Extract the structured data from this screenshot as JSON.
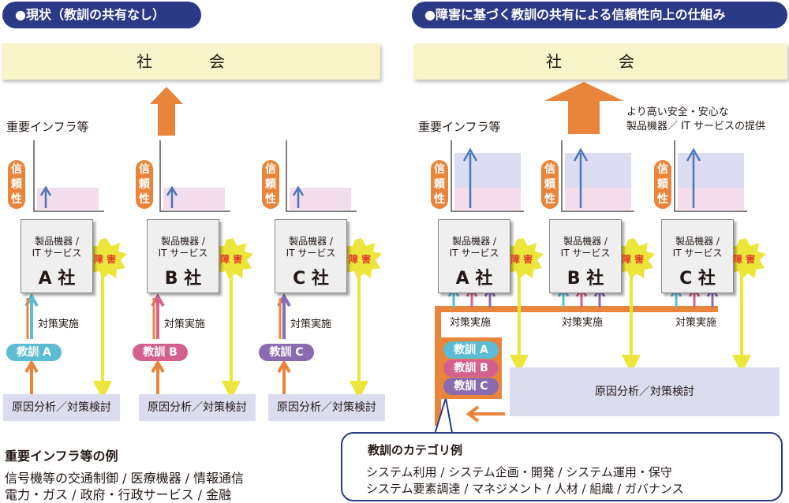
{
  "left": {
    "title": "●現状（教訓の共有なし）",
    "society": "社　会",
    "infra_label": "重要インフラ等",
    "reliability": "信頼性",
    "companies": [
      {
        "products": "製品機器 /",
        "it": "IT サービス",
        "name": "A 社",
        "failure": "障 害",
        "measures": "対策実施",
        "lesson": "教訓 A",
        "analysis": "原因分析／対策検討"
      },
      {
        "products": "製品機器 /",
        "it": "IT サービス",
        "name": "B 社",
        "failure": "障 害",
        "measures": "対策実施",
        "lesson": "教訓 B",
        "analysis": "原因分析／対策検討"
      },
      {
        "products": "製品機器 /",
        "it": "IT サービス",
        "name": "C 社",
        "failure": "障 害",
        "measures": "対策実施",
        "lesson": "教訓 C",
        "analysis": "原因分析／対策検討"
      }
    ]
  },
  "right": {
    "title": "●障害に基づく教訓の共有による信頼性向上の仕組み",
    "society": "社　会",
    "infra_label": "重要インフラ等",
    "provision_line1": "より高い安全・安心な",
    "provision_line2": "製品機器／ IT サービスの提供",
    "reliability": "信頼性",
    "companies": [
      {
        "products": "製品機器 /",
        "it": "IT サービス",
        "name": "A 社",
        "failure": "障 害",
        "measures": "対策実施"
      },
      {
        "products": "製品機器 /",
        "it": "IT サービス",
        "name": "B 社",
        "failure": "障 害",
        "measures": "対策実施"
      },
      {
        "products": "製品機器 /",
        "it": "IT サービス",
        "name": "C 社",
        "failure": "障 害",
        "measures": "対策実施"
      }
    ],
    "lessons": [
      "教訓 A",
      "教訓 B",
      "教訓 C"
    ],
    "analysis": "原因分析／対策検討"
  },
  "examples": {
    "title": "重要インフラ等の例",
    "line1": "信号機等の交通制御 / 医療機器 / 情報通信",
    "line2": "電力・ガス / 政府・行政サービス / 金融"
  },
  "categories": {
    "title": "教訓のカテゴリ例",
    "line1": "システム利用 / システム企画・開発 / システム運用・保守",
    "line2": "システム要素調達 / マネジメント / 人材 / 組織 / ガバナンス"
  },
  "colors": {
    "navy": "#2a3a86",
    "orange": "#e9853a",
    "yellow": "#ece53a",
    "blue_arrow": "#4a77b8",
    "lesson_a": "#5bbcd3",
    "lesson_b": "#d4608e",
    "lesson_c": "#8a6bb0"
  }
}
